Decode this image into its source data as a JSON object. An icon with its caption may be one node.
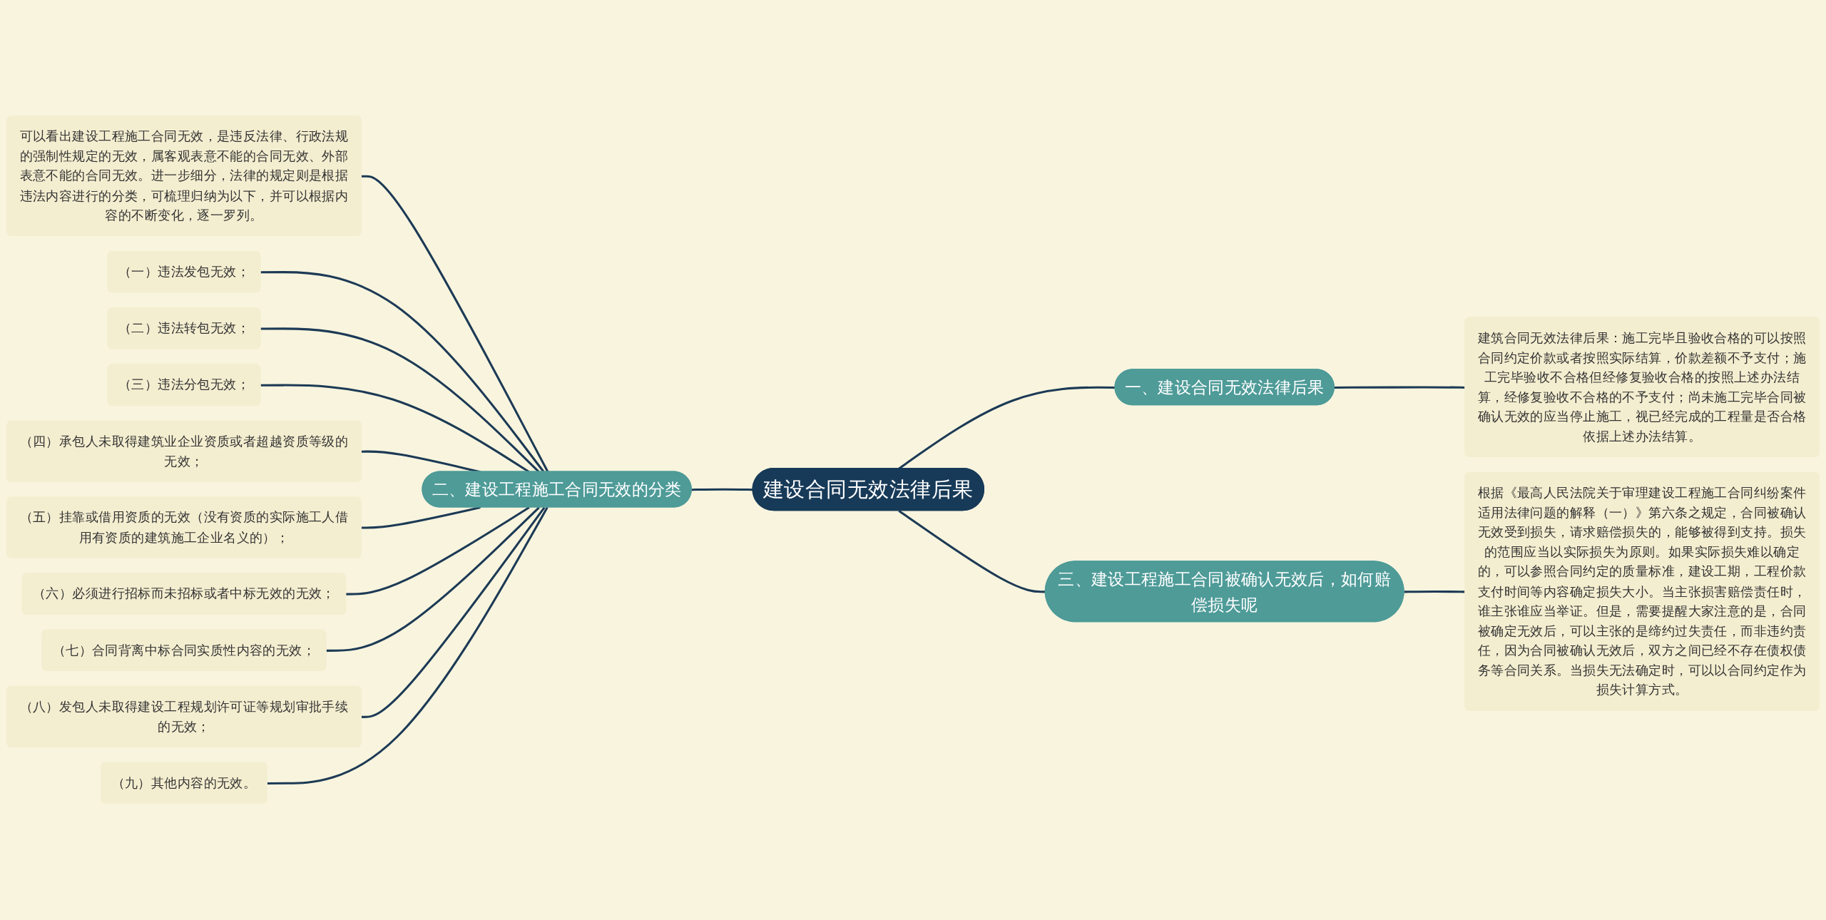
{
  "diagram": {
    "nodes": [
      {
        "text": [
          "建设合同无效法律后果"
        ]
      },
      {
        "text": [
          "一、建设合同无效法律后果"
        ]
      },
      {
        "text": [
          "建筑合同无效法律后果：施工完毕且验收合格的可以按照合同约定价款或者按照实际结算，价款差额不予支付；施工完毕验收不合格但经修复验收合格的按照上述办法结算，经修复验收不合格的不予支付；尚未施工完毕合同被确认无效的应当停止施工，视已经完成的工程量是否合格依据上述办法结算。"
        ]
      },
      {
        "text": [
          "二、建设工程施工合同无效的分类"
        ]
      },
      {
        "text": [
          "可以看出建设工程施工合同无效，是违反法律、行政法规的强制性规定的无效，属客观表意不能的合同无效、外部表意不能的合同无效。进一步细分，法律的规定则是根据违法内容进行的分类，可梳理归纳为以下，并可以根据内容的不断变化，逐一罗列。"
        ]
      },
      {
        "text": [
          "（一）违法发包无效；"
        ]
      },
      {
        "text": [
          "（二）违法转包无效；"
        ]
      },
      {
        "text": [
          "（三）违法分包无效；"
        ]
      },
      {
        "text": [
          "（四）承包人未取得建筑业企业资质或者超越资质等级的无效；"
        ]
      },
      {
        "text": [
          "（五）挂靠或借用资质的无效（没有资质的实际施工人借用有资质的建筑施工企业名义的）；"
        ]
      },
      {
        "text": [
          "（六）必须进行招标而未招标或者中标无效的无效；"
        ]
      },
      {
        "text": [
          "（七）合同背离中标合同实质性内容的无效；"
        ]
      },
      {
        "text": [
          "（八）发包人未取得建设工程规划许可证等规划审批手续的无效；"
        ]
      },
      {
        "text": [
          "（九）其他内容的无效。"
        ]
      },
      {
        "text": [
          "三、建设工程施工合同被确认无效后，如何赔偿损失呢"
        ]
      },
      {
        "text": [
          "根据《最高人民法院关于审理建设工程施工合同纠纷案件适用法律问题的解释（一）》第六条之规定，合同被确认无效受到损失，请求赔偿损失的，能够被得到支持。损失的范围应当以实际损失为原则。如果实际损失难以确定的，可以参照合同约定的质量标准，建设工期，工程价款支付时间等内容确定损失大小。当主张损害赔偿责任时，谁主张谁应当举证。但是，需要提醒大家注意的是，合同被确定无效后，可以主张的是缔约过失责任，而非违约责任，因为合同被确认无效后，双方之间已经不存在债权债务等合同关系。当损失无法确定时，可以以合同约定作为损失计算方式。"
        ]
      }
    ],
    "edges": [
      {
        "from": 0,
        "to": 1,
        "arrow": "none"
      },
      {
        "from": 1,
        "to": 2,
        "arrow": "none"
      },
      {
        "from": 3,
        "to": 0,
        "arrow": "none"
      },
      {
        "from": 4,
        "to": 3,
        "arrow": "none"
      },
      {
        "from": 5,
        "to": 3,
        "arrow": "none"
      },
      {
        "from": 6,
        "to": 3,
        "arrow": "none"
      },
      {
        "from": 7,
        "to": 3,
        "arrow": "none"
      },
      {
        "from": 8,
        "to": 3,
        "arrow": "none"
      },
      {
        "from": 9,
        "to": 3,
        "arrow": "none"
      },
      {
        "from": 10,
        "to": 3,
        "arrow": "none"
      },
      {
        "from": 11,
        "to": 3,
        "arrow": "none"
      },
      {
        "from": 12,
        "to": 3,
        "arrow": "none"
      },
      {
        "from": 13,
        "to": 3,
        "arrow": "none"
      },
      {
        "from": 0,
        "to": 14,
        "arrow": "none"
      },
      {
        "from": 14,
        "to": 15,
        "arrow": "none"
      }
    ]
  }
}
